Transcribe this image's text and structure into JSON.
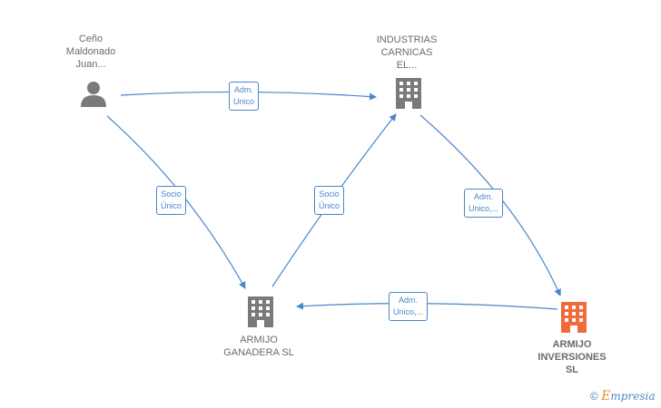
{
  "nodes": {
    "person": {
      "lines": [
        "Ceño",
        "Maldonado",
        "Juan..."
      ]
    },
    "industrias": {
      "lines": [
        "INDUSTRIAS",
        "CARNICAS",
        "EL..."
      ]
    },
    "ganadera": {
      "lines": [
        "ARMIJO",
        "GANADERA SL"
      ]
    },
    "inversiones": {
      "lines": [
        "ARMIJO",
        "INVERSIONES",
        "SL"
      ]
    }
  },
  "edges": {
    "person_to_industrias": [
      "Adm.",
      "Unico"
    ],
    "person_to_ganadera": [
      "Socio",
      "Único"
    ],
    "ganadera_to_industrias": [
      "Socio",
      "Único"
    ],
    "industrias_to_inversiones": [
      "Adm.",
      "Unico,..."
    ],
    "inversiones_to_ganadera": [
      "Adm.",
      "Unico,..."
    ]
  },
  "colors": {
    "edge": "#4a86c8",
    "building": "#7a7a7a",
    "focus_building": "#f06a3c",
    "person": "#7a7a7a"
  },
  "watermark": {
    "copyright": "©",
    "brand_first": "E",
    "brand_rest": "mpresia"
  }
}
